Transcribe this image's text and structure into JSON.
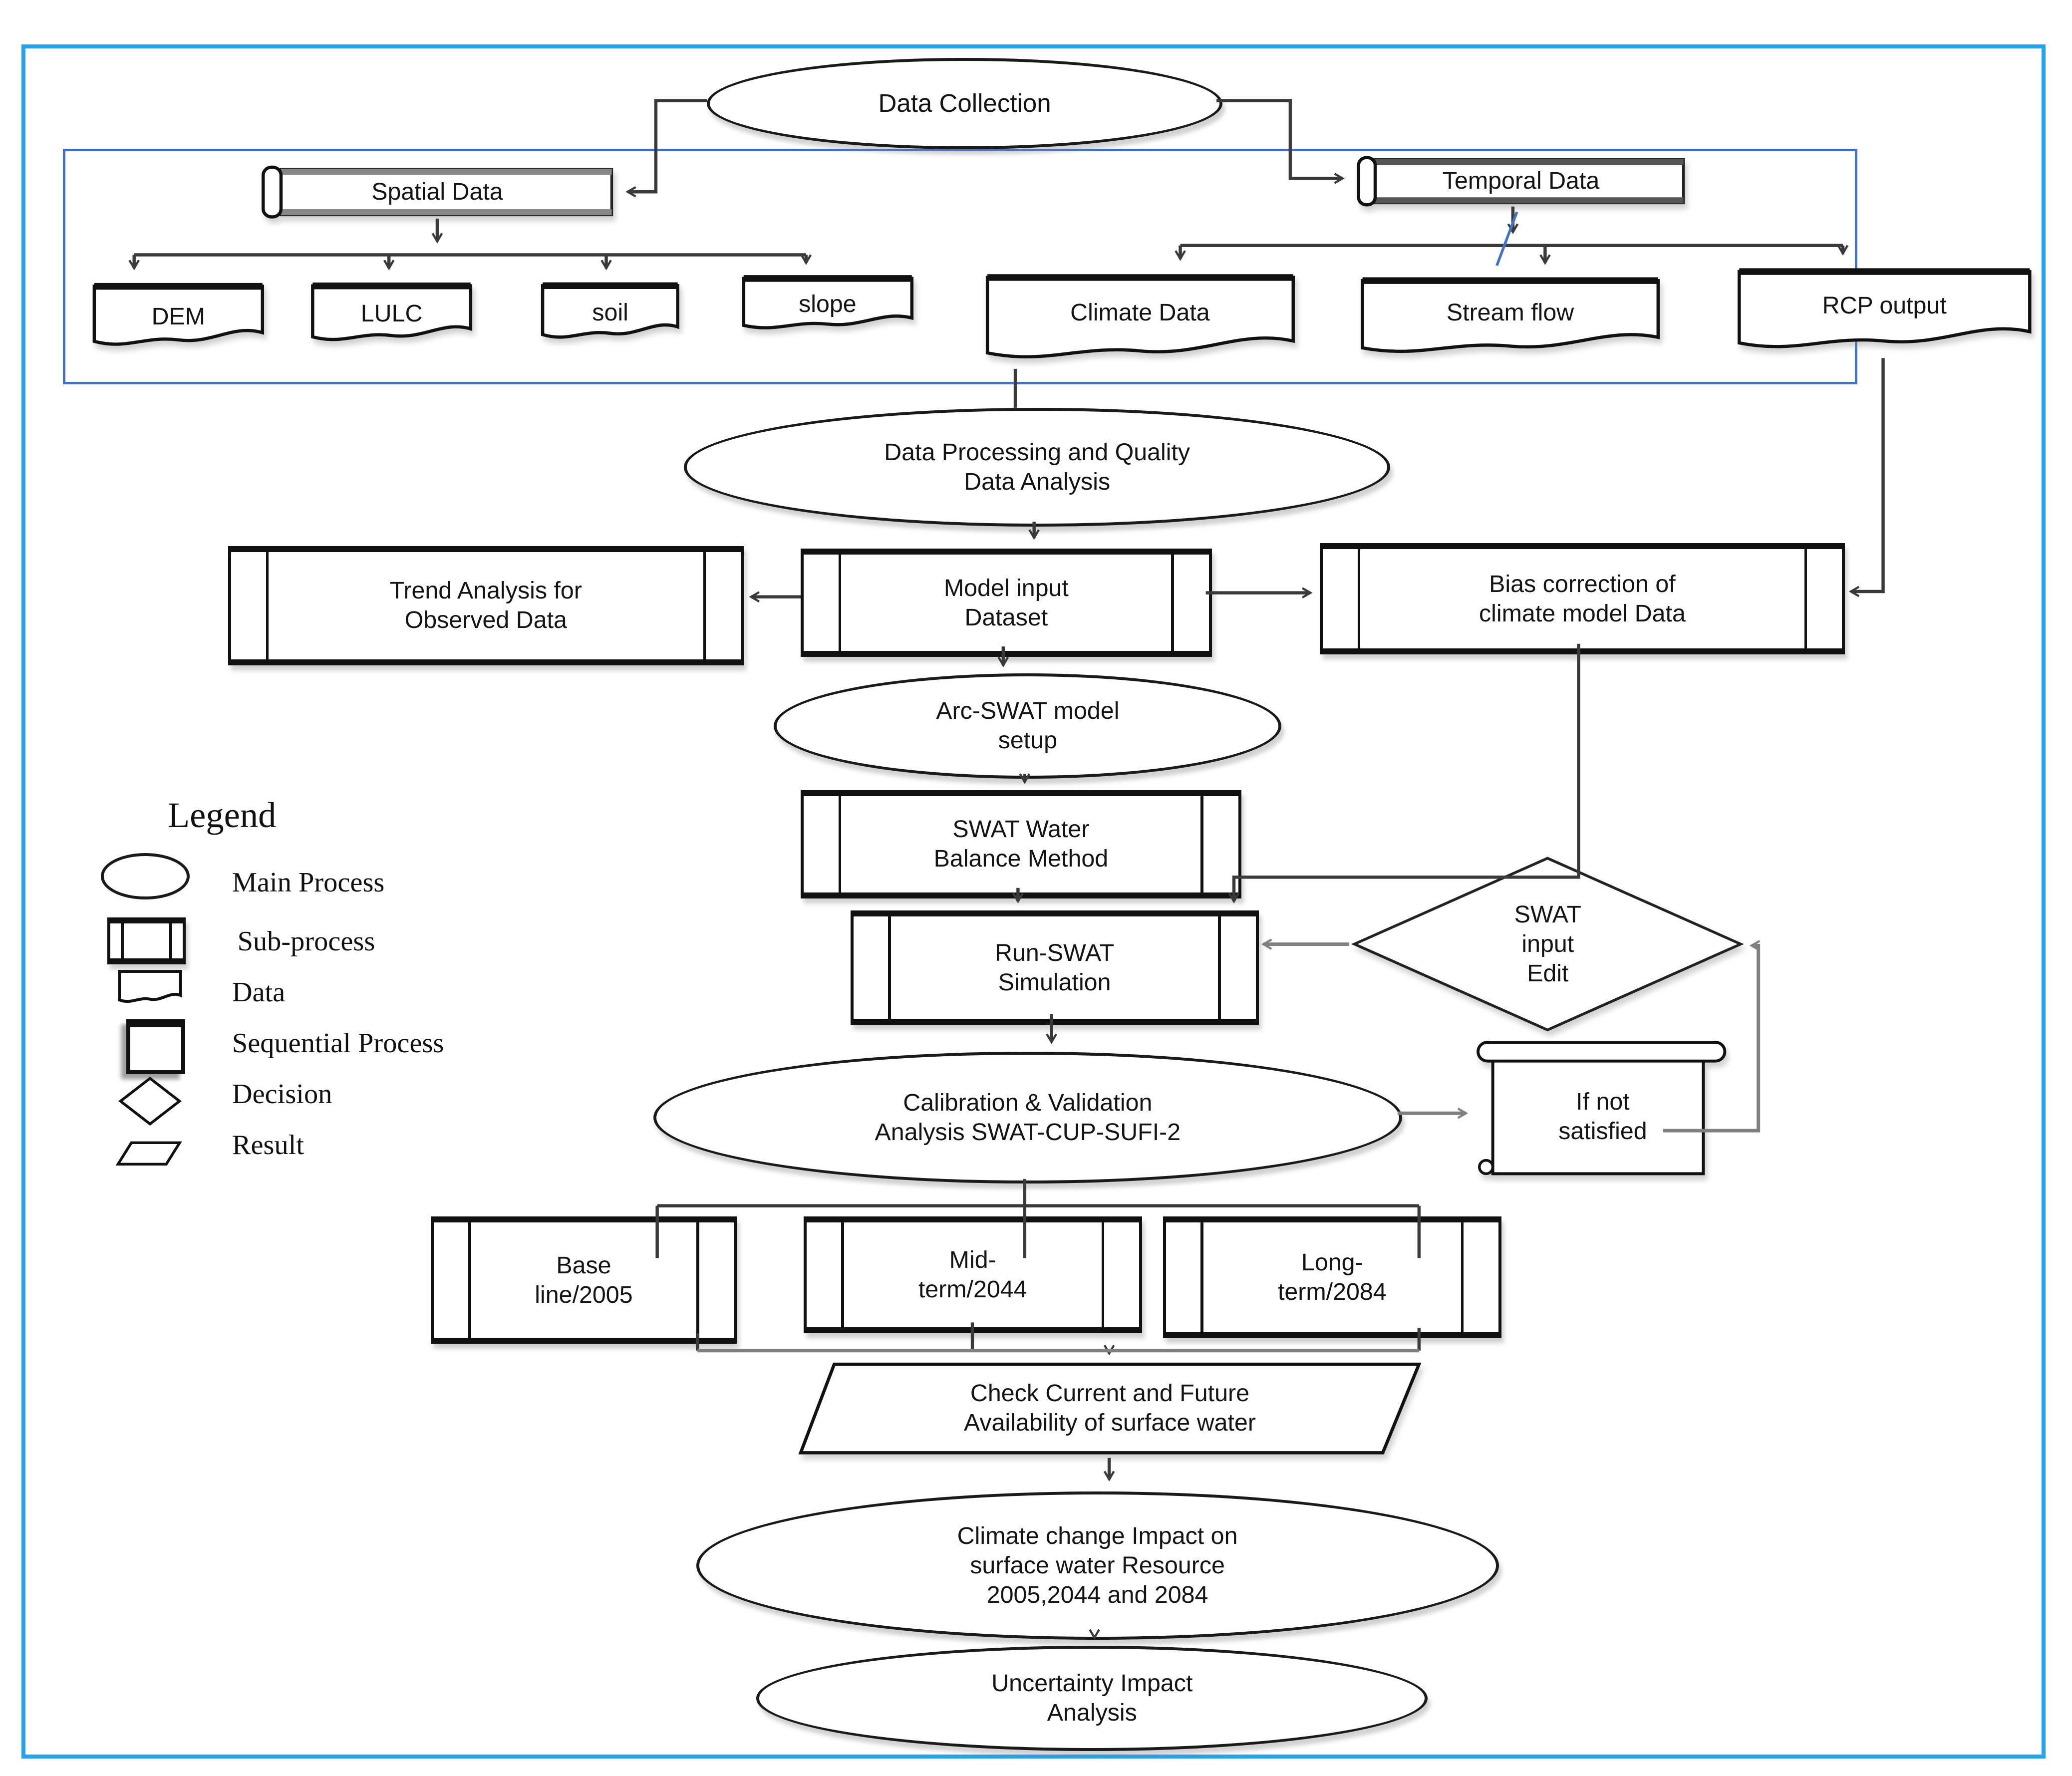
{
  "title": "SWAT climate-impact modelling flowchart",
  "colors": {
    "outer_frame": "#25A3EE",
    "group_frame": "#4472C4",
    "line": "#3a3a3a",
    "line_gray": "#808080",
    "shape_border": "#111111",
    "shape_fill": "#ffffff"
  },
  "nodes": {
    "data_collection": {
      "label": "Data Collection",
      "shape": "ellipse"
    },
    "spatial_data": {
      "label": "Spatial Data",
      "shape": "stored-data"
    },
    "temporal_data": {
      "label": "Temporal Data",
      "shape": "stored-data"
    },
    "dem": {
      "label": "DEM",
      "shape": "document"
    },
    "lulc": {
      "label": "LULC",
      "shape": "document"
    },
    "soil": {
      "label": "soil",
      "shape": "document"
    },
    "slope": {
      "label": "slope",
      "shape": "document"
    },
    "climate_data": {
      "label": "Climate Data",
      "shape": "document"
    },
    "stream_flow": {
      "label": "Stream flow",
      "shape": "document"
    },
    "rcp_output": {
      "label": "RCP output",
      "shape": "document"
    },
    "data_processing": {
      "label": "Data Processing and Quality\nData Analysis",
      "shape": "ellipse"
    },
    "trend_analysis": {
      "label": "Trend Analysis for\nObserved Data",
      "shape": "sub-process"
    },
    "model_input": {
      "label": "Model input\nDataset",
      "shape": "sub-process"
    },
    "bias_correction": {
      "label": "Bias correction of\nclimate model Data",
      "shape": "sub-process"
    },
    "arc_swat": {
      "label": "Arc-SWAT model\nsetup",
      "shape": "ellipse"
    },
    "swat_water": {
      "label": "SWAT Water\nBalance Method",
      "shape": "sub-process"
    },
    "run_swat": {
      "label": "Run-SWAT\nSimulation",
      "shape": "sub-process"
    },
    "swat_input_edit": {
      "label": "SWAT\ninput\nEdit",
      "shape": "decision"
    },
    "calibration": {
      "label": "Calibration & Validation\nAnalysis SWAT-CUP-SUFI-2",
      "shape": "ellipse"
    },
    "if_not_satisfied": {
      "label": "If not\nsatisfied",
      "shape": "scroll"
    },
    "base_line": {
      "label": "Base\nline/2005",
      "shape": "sub-process"
    },
    "mid_term": {
      "label": "Mid-\nterm/2044",
      "shape": "sub-process"
    },
    "long_term": {
      "label": "Long-\nterm/2084",
      "shape": "sub-process"
    },
    "check_current": {
      "label": "Check Current and Future\nAvailability of surface water",
      "shape": "parallelogram"
    },
    "climate_impact": {
      "label": "Climate change Impact on\nsurface water Resource\n2005,2044 and 2084",
      "shape": "ellipse"
    },
    "uncertainty": {
      "label": "Uncertainty Impact\nAnalysis",
      "shape": "ellipse"
    }
  },
  "edges": [
    {
      "from": "data_collection",
      "to": "spatial_data"
    },
    {
      "from": "data_collection",
      "to": "temporal_data"
    },
    {
      "from": "spatial_data",
      "to": "dem"
    },
    {
      "from": "spatial_data",
      "to": "lulc"
    },
    {
      "from": "spatial_data",
      "to": "soil"
    },
    {
      "from": "spatial_data",
      "to": "slope"
    },
    {
      "from": "temporal_data",
      "to": "climate_data"
    },
    {
      "from": "temporal_data",
      "to": "stream_flow"
    },
    {
      "from": "temporal_data",
      "to": "rcp_output"
    },
    {
      "from": "climate_data",
      "to": "data_processing"
    },
    {
      "from": "data_processing",
      "to": "model_input"
    },
    {
      "from": "model_input",
      "to": "trend_analysis"
    },
    {
      "from": "model_input",
      "to": "bias_correction"
    },
    {
      "from": "rcp_output",
      "to": "bias_correction"
    },
    {
      "from": "model_input",
      "to": "arc_swat"
    },
    {
      "from": "arc_swat",
      "to": "swat_water"
    },
    {
      "from": "swat_water",
      "to": "run_swat"
    },
    {
      "from": "bias_correction",
      "to": "run_swat"
    },
    {
      "from": "swat_input_edit",
      "to": "run_swat"
    },
    {
      "from": "run_swat",
      "to": "calibration"
    },
    {
      "from": "calibration",
      "to": "if_not_satisfied"
    },
    {
      "from": "if_not_satisfied",
      "to": "swat_input_edit"
    },
    {
      "from": "calibration",
      "to": "base_line"
    },
    {
      "from": "calibration",
      "to": "mid_term"
    },
    {
      "from": "calibration",
      "to": "long_term"
    },
    {
      "from": "base_line",
      "to": "check_current"
    },
    {
      "from": "mid_term",
      "to": "check_current"
    },
    {
      "from": "long_term",
      "to": "check_current"
    },
    {
      "from": "check_current",
      "to": "climate_impact"
    },
    {
      "from": "climate_impact",
      "to": "uncertainty"
    }
  ],
  "legend": {
    "title": "Legend",
    "items": [
      {
        "shape": "ellipse",
        "label": "Main Process"
      },
      {
        "shape": "sub-process",
        "label": "Sub-process"
      },
      {
        "shape": "document",
        "label": "Data"
      },
      {
        "shape": "shadow-square",
        "label": "Sequential Process"
      },
      {
        "shape": "diamond",
        "label": "Decision"
      },
      {
        "shape": "parallelogram",
        "label": "Result"
      }
    ]
  }
}
